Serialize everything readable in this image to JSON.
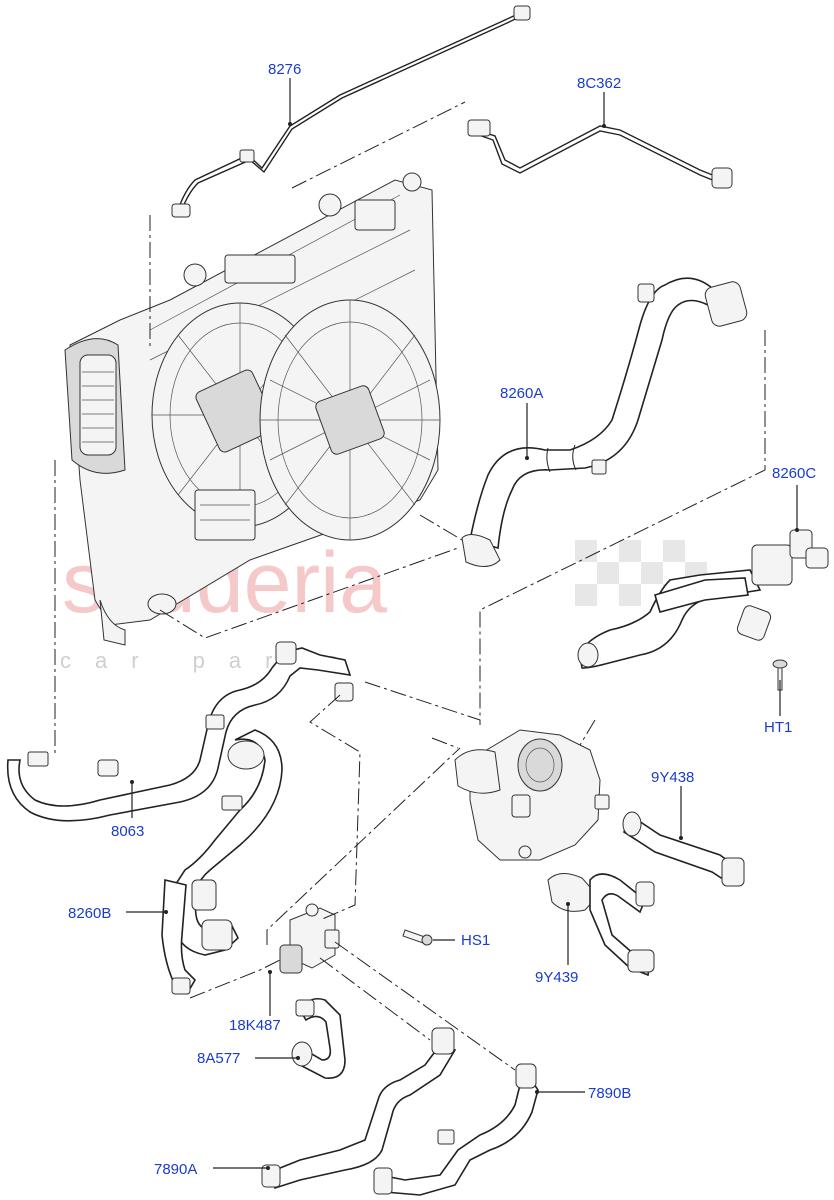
{
  "watermark": {
    "brand": "scuderia",
    "tagline": "car parts"
  },
  "callouts": {
    "p8276": "8276",
    "p8C362": "8C362",
    "p8260A": "8260A",
    "p8260C": "8260C",
    "pHT1": "HT1",
    "p9Y438": "9Y438",
    "p8063": "8063",
    "p8260B": "8260B",
    "pHS1": "HS1",
    "p9Y439": "9Y439",
    "p18K487": "18K487",
    "p8A577": "8A577",
    "p7890B": "7890B",
    "p7890A": "7890A"
  },
  "colors": {
    "label": "#1a3ccc",
    "line": "#222222",
    "watermark": "#f2b6b8"
  }
}
